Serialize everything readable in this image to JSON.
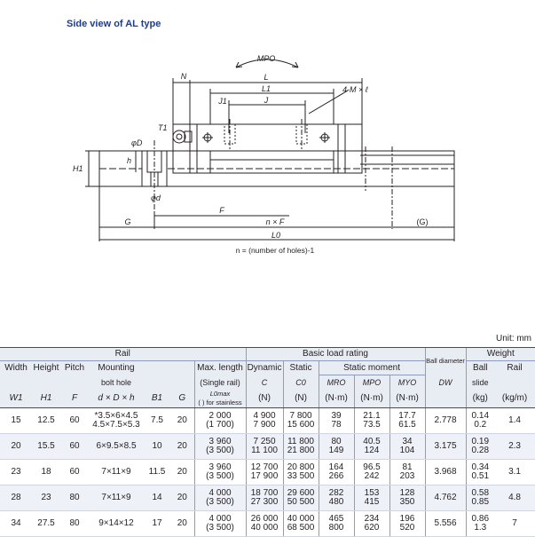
{
  "title": "Side view of AL type",
  "drawing": {
    "labels": {
      "mpo": "MPO",
      "n": "N",
      "l": "L",
      "l1": "L1",
      "j1": "J1",
      "j": "J",
      "thread": "4-M × ℓ",
      "t1": "T1",
      "phid": "φD",
      "h": "h",
      "h1": "H1",
      "phid_small": "φd",
      "f": "F",
      "g": "G",
      "nxf": "n × F",
      "gp": "(G)",
      "l0": "L0"
    },
    "note": "n = (number of holes)-1"
  },
  "unit": "Unit: mm",
  "table": {
    "groups": {
      "rail": "Rail",
      "basic": "Basic load rating",
      "ball_diameter": "Ball diameter",
      "weight": "Weight"
    },
    "headers": {
      "width": "Width",
      "height": "Height",
      "pitch": "Pitch",
      "mounting": "Mounting",
      "bolt_hole": "bolt hole",
      "max_length": "Max. length",
      "single_rail": "(Single rail)",
      "for_stainless": "( ) for stainless",
      "dynamic": "Dynamic",
      "static": "Static",
      "static_moment": "Static moment",
      "ball": "Ball",
      "slide": "slide",
      "rail_w": "Rail",
      "w1": "W1",
      "h1": "H1",
      "f": "F",
      "dxdxh": "d × D × h",
      "b1": "B1",
      "g": "G",
      "l0max": "L0max",
      "c": "C",
      "c0": "C0",
      "mro": "MRO",
      "mpo": "MPO",
      "myo": "MYO",
      "dw": "DW",
      "u_n": "(N)",
      "u_n0": "(N)",
      "u_nm1": "(N·m)",
      "u_nm2": "(N·m)",
      "u_nm3": "(N·m)",
      "u_kg": "(kg)",
      "u_kgm": "(kg/m)"
    },
    "rows": [
      {
        "w1": "15",
        "h1": "12.5",
        "f": "60",
        "bolt1": "*3.5×6×4.5",
        "bolt2": "4.5×7.5×5.3",
        "b1": "7.5",
        "g": "20",
        "len1": "2 000",
        "len2": "(1 700)",
        "c1": "4 900",
        "c2": "7 900",
        "c01": "7 800",
        "c02": "15 600",
        "mro1": "39",
        "mro2": "78",
        "mpo1": "21.1",
        "mpo2": "73.5",
        "myo1": "17.7",
        "myo2": "61.5",
        "dw": "2.778",
        "ball1": "0.14",
        "ball2": "0.2",
        "rail": "1.4"
      },
      {
        "w1": "20",
        "h1": "15.5",
        "f": "60",
        "bolt1": "6×9.5×8.5",
        "bolt2": "",
        "b1": "10",
        "g": "20",
        "len1": "3 960",
        "len2": "(3 500)",
        "c1": "7 250",
        "c2": "11 100",
        "c01": "11 800",
        "c02": "21 800",
        "mro1": "80",
        "mro2": "149",
        "mpo1": "40.5",
        "mpo2": "124",
        "myo1": "34",
        "myo2": "104",
        "dw": "3.175",
        "ball1": "0.19",
        "ball2": "0.28",
        "rail": "2.3"
      },
      {
        "w1": "23",
        "h1": "18",
        "f": "60",
        "bolt1": "7×11×9",
        "bolt2": "",
        "b1": "11.5",
        "g": "20",
        "len1": "3 960",
        "len2": "(3 500)",
        "c1": "12 700",
        "c2": "17 900",
        "c01": "20 800",
        "c02": "33 500",
        "mro1": "164",
        "mro2": "266",
        "mpo1": "96.5",
        "mpo2": "242",
        "myo1": "81",
        "myo2": "203",
        "dw": "3.968",
        "ball1": "0.34",
        "ball2": "0.51",
        "rail": "3.1"
      },
      {
        "w1": "28",
        "h1": "23",
        "f": "80",
        "bolt1": "7×11×9",
        "bolt2": "",
        "b1": "14",
        "g": "20",
        "len1": "4 000",
        "len2": "(3 500)",
        "c1": "18 700",
        "c2": "27 300",
        "c01": "29 600",
        "c02": "50 500",
        "mro1": "282",
        "mro2": "480",
        "mpo1": "153",
        "mpo2": "415",
        "myo1": "128",
        "myo2": "350",
        "dw": "4.762",
        "ball1": "0.58",
        "ball2": "0.85",
        "rail": "4.8"
      },
      {
        "w1": "34",
        "h1": "27.5",
        "f": "80",
        "bolt1": "9×14×12",
        "bolt2": "",
        "b1": "17",
        "g": "20",
        "len1": "4 000",
        "len2": "(3 500)",
        "c1": "26 000",
        "c2": "40 000",
        "c01": "40 000",
        "c02": "68 500",
        "mro1": "465",
        "mro2": "800",
        "mpo1": "234",
        "mpo2": "620",
        "myo1": "196",
        "myo2": "520",
        "dw": "5.556",
        "ball1": "0.86",
        "ball2": "1.3",
        "rail": "7"
      }
    ]
  }
}
